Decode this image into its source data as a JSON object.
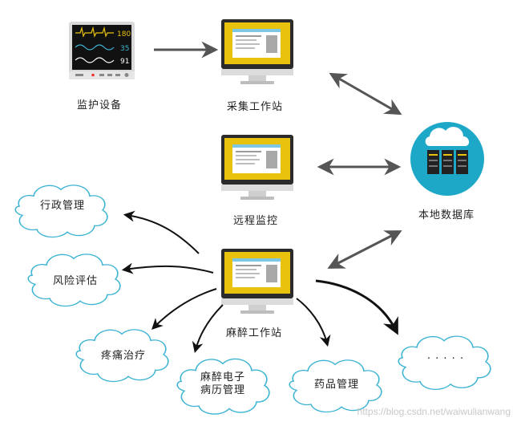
{
  "nodes": {
    "monitor_device": {
      "label": "监护设备",
      "readouts": [
        "180",
        "35",
        "91"
      ]
    },
    "collection_station": {
      "label": "采集工作站"
    },
    "remote_monitoring": {
      "label": "远程监控"
    },
    "anesthesia_station": {
      "label": "麻醉工作站"
    },
    "local_database": {
      "label": "本地数据库"
    }
  },
  "modules": {
    "admin_management": {
      "label": "行政管理"
    },
    "risk_assessment": {
      "label": "风险评估"
    },
    "pain_treatment": {
      "label": "疼痛治疗"
    },
    "emr_line1": {
      "label": "麻醉电子"
    },
    "emr_line2": {
      "label": "病历管理"
    },
    "drug_management": {
      "label": "药品管理"
    },
    "more": {
      "label": "· · · · ·"
    }
  },
  "watermark": "https://blog.csdn.net/waiwulianwang",
  "colors": {
    "screen_yellow": "#e8c20c",
    "database_teal": "#1ea8c8",
    "arrow_gray": "#555555"
  }
}
